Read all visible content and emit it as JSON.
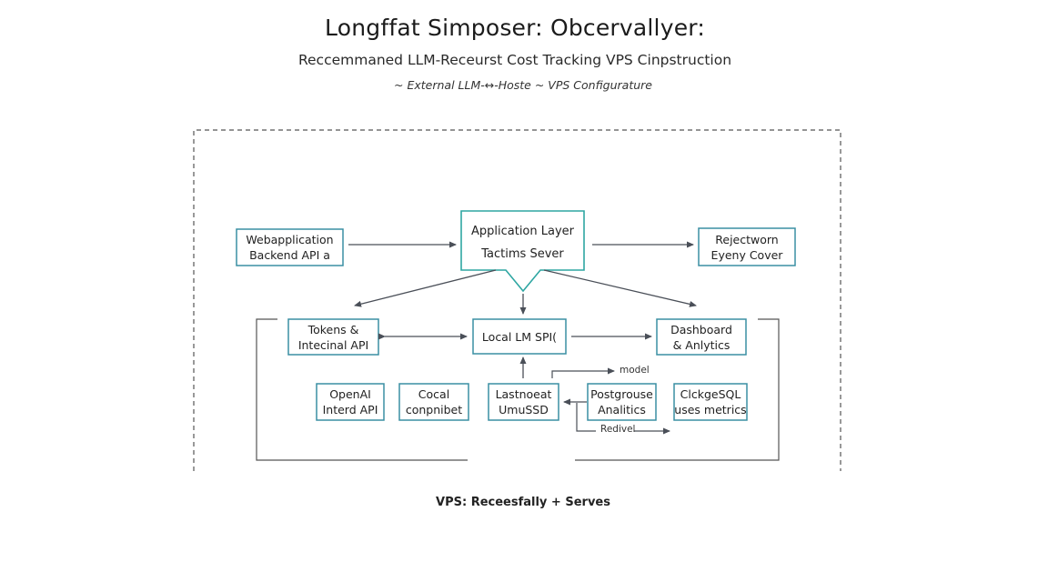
{
  "header": {
    "title": "Longffat Simposer: Obcervallyer:",
    "subtitle": "Reccemmaned LLM-Receurst Cost Tracking VPS Cinpstruction",
    "note": "~ External LLM-↔-Hoste ~ VPS Configurature"
  },
  "nodes": {
    "webapp": {
      "line1": "Webapplication",
      "line2": "Backend API a"
    },
    "app_layer": {
      "line1": "Application Layer",
      "line2": "Tactims Sever"
    },
    "reject": {
      "line1": "Rejectworn",
      "line2": "Eyeny Cover"
    },
    "tokens": {
      "line1": "Tokens &",
      "line2": "Intecinal API"
    },
    "local_llm": {
      "line1": "Local LM SPI("
    },
    "dashboard": {
      "line1": "Dashboard",
      "line2": "& Anlytics"
    },
    "openai": {
      "line1": "OpenAI",
      "line2": "Interd API"
    },
    "cocal": {
      "line1": "Cocal",
      "line2": "conpnibet"
    },
    "lastnoeat": {
      "line1": "Lastnoeat",
      "line2": "UmuSSD"
    },
    "postgrouse": {
      "line1": "Postgrouse",
      "line2": "Analitics"
    },
    "clickgsql": {
      "line1": "ClckgeSQL",
      "line2": "uses metrics"
    }
  },
  "edges": {
    "model_label": "model",
    "redivel_label": "Redivel"
  },
  "footer": {
    "text": "VPS: Receesfally + Serves"
  },
  "colors": {
    "box_border": "#3a8fa3",
    "app_border": "#2ea6a2",
    "arrow": "#4a4f58",
    "frame": "#555555"
  }
}
